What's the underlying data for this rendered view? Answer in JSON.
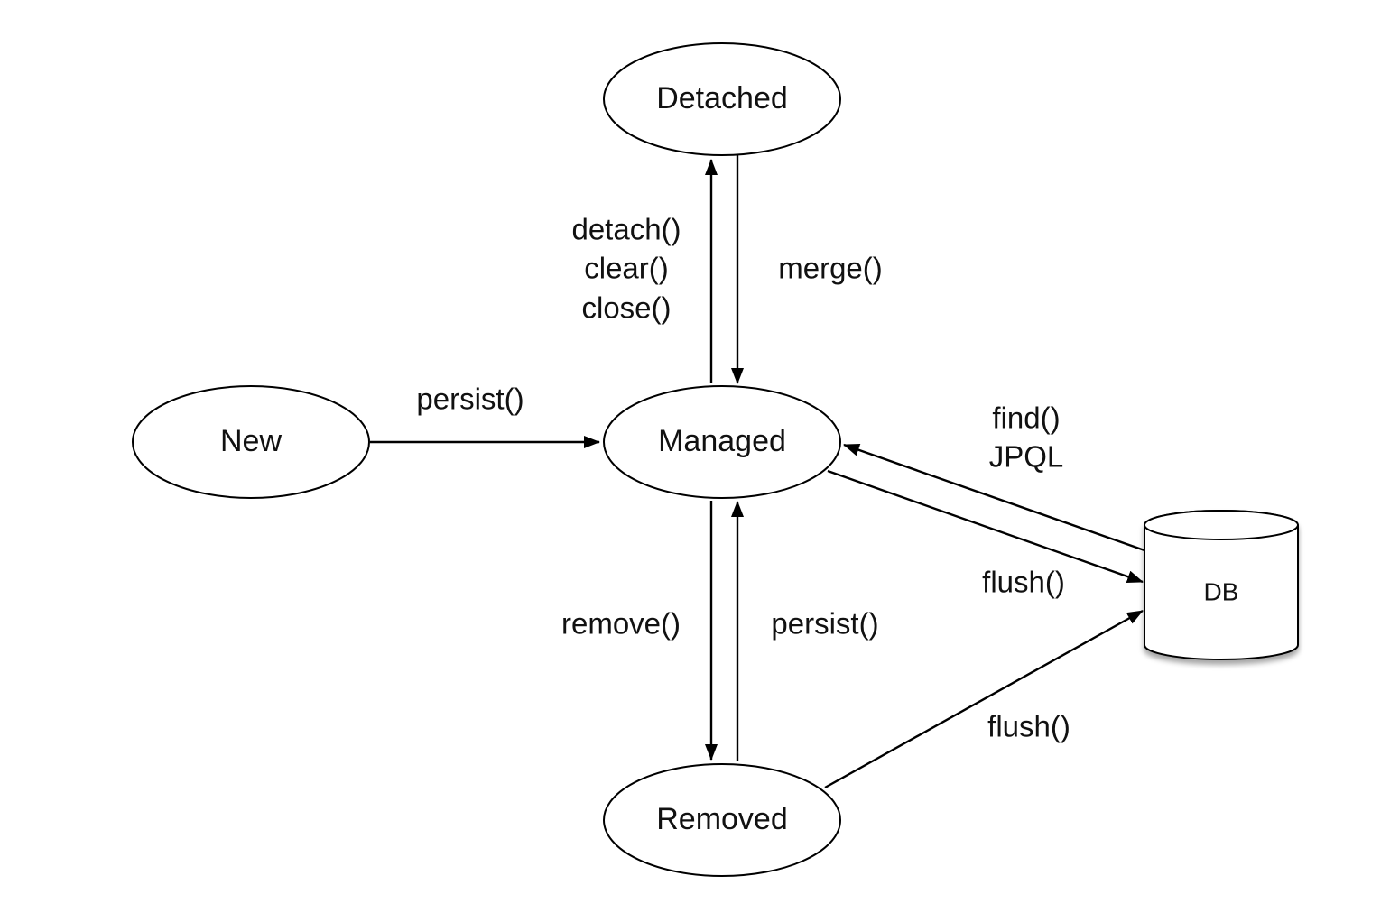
{
  "states": {
    "detached": "Detached",
    "new": "New",
    "managed": "Managed",
    "removed": "Removed",
    "db": "DB"
  },
  "transitions": {
    "detach_label_1": "detach()",
    "detach_label_2": "clear()",
    "detach_label_3": "close()",
    "merge_label": "merge()",
    "new_persist_label": "persist()",
    "find_label_1": "find()",
    "find_label_2": "JPQL",
    "managed_flush_label": "flush()",
    "remove_label": "remove()",
    "removed_persist_label": "persist()",
    "removed_flush_label": "flush()"
  },
  "colors": {
    "line": "#000000",
    "fill": "#ffffff",
    "text": "#111111"
  }
}
